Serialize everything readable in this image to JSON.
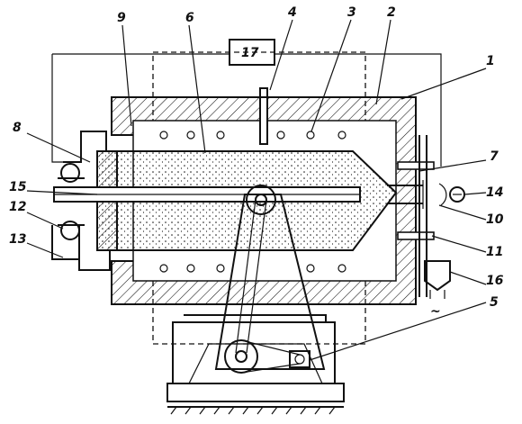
{
  "labels": {
    "l1": "1",
    "l2": "2",
    "l3": "3",
    "l4": "4",
    "l5": "5",
    "l6": "6",
    "l7": "7",
    "l8": "8",
    "l9": "9",
    "l10": "10",
    "l11": "11",
    "l12": "12",
    "l13": "13",
    "l14": "14",
    "l15": "15",
    "l16": "16",
    "l17": "17"
  },
  "power_symbol": "~",
  "colors": {
    "ink": "#111111",
    "paper": "#ffffff"
  }
}
